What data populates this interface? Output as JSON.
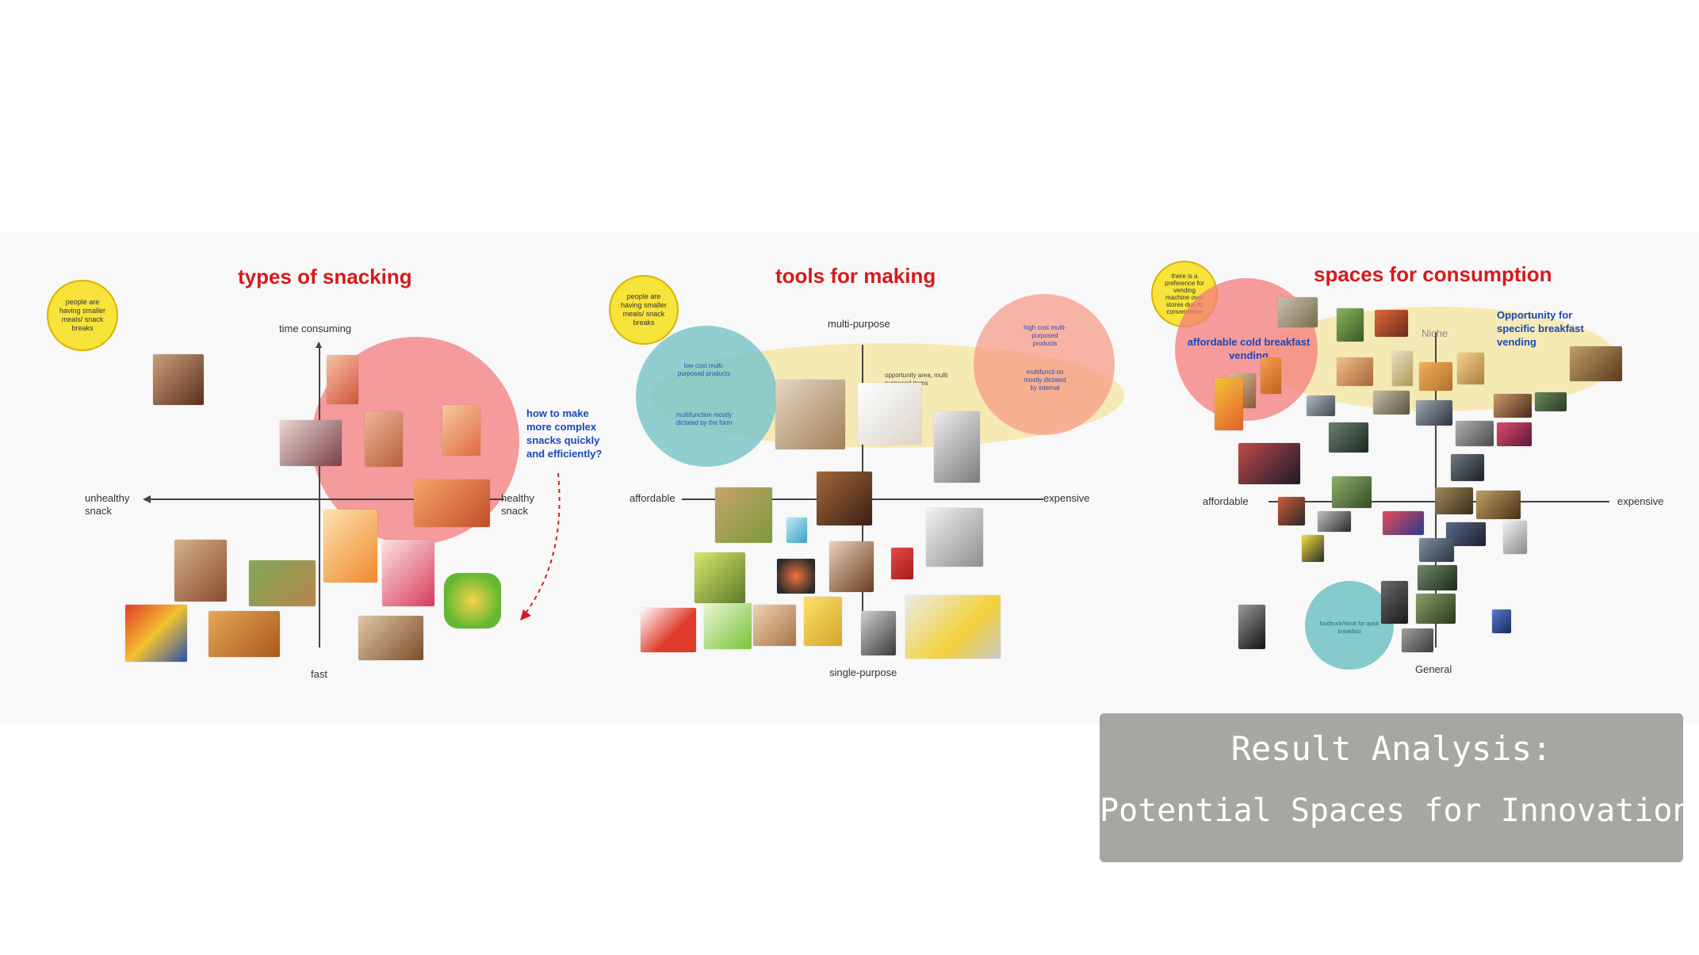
{
  "panels": {
    "snacking": {
      "title": "types of snacking",
      "note": "people are having smaller meals/ snack breaks",
      "axis_top": "time consuming",
      "axis_bottom": "fast",
      "axis_left": "unhealthy snack",
      "axis_right": "healthy snack",
      "question": "how to make more complex snacks quickly and efficiently?"
    },
    "tools": {
      "title": "tools for making",
      "note": "people are having smaller meals/ snack breaks",
      "axis_top": "multi-purpose",
      "axis_bottom": "single-purpose",
      "axis_left": "affordable",
      "axis_right": "expensive",
      "blue_low": "low cost multi-purposed products",
      "blue_low2": "multifunction mostly dictated by the form",
      "opportunity": "opportunity area, multi purposed items",
      "red_high": "high cost multi-purposed products",
      "red_high2": "multifuncti on mostly dictated by internal"
    },
    "spaces": {
      "title": "spaces for consumption",
      "note": "there is a preference for vending machine over stores due to convenience",
      "axis_top": "Niche",
      "axis_bottom": "General",
      "axis_left": "affordable",
      "axis_right": "expensive",
      "red_label": "affordable cold breakfast vending",
      "blue_label": "Opportunity for specific breakfast vending",
      "teal_label": "foodtruck/kiosk for quick breakfast"
    }
  },
  "result": {
    "line1": "Result Analysis:",
    "line2": "Potential Spaces for Innovation"
  },
  "colors": {
    "title_red": "#d61a1a",
    "note_yellow": "#f7e33a",
    "blob_red": "#f47c7c",
    "blob_yellow": "#f6e7a8",
    "blob_teal": "#7ec7c9",
    "label_blue": "#1a47b8",
    "result_box": "#a8a6a1"
  }
}
